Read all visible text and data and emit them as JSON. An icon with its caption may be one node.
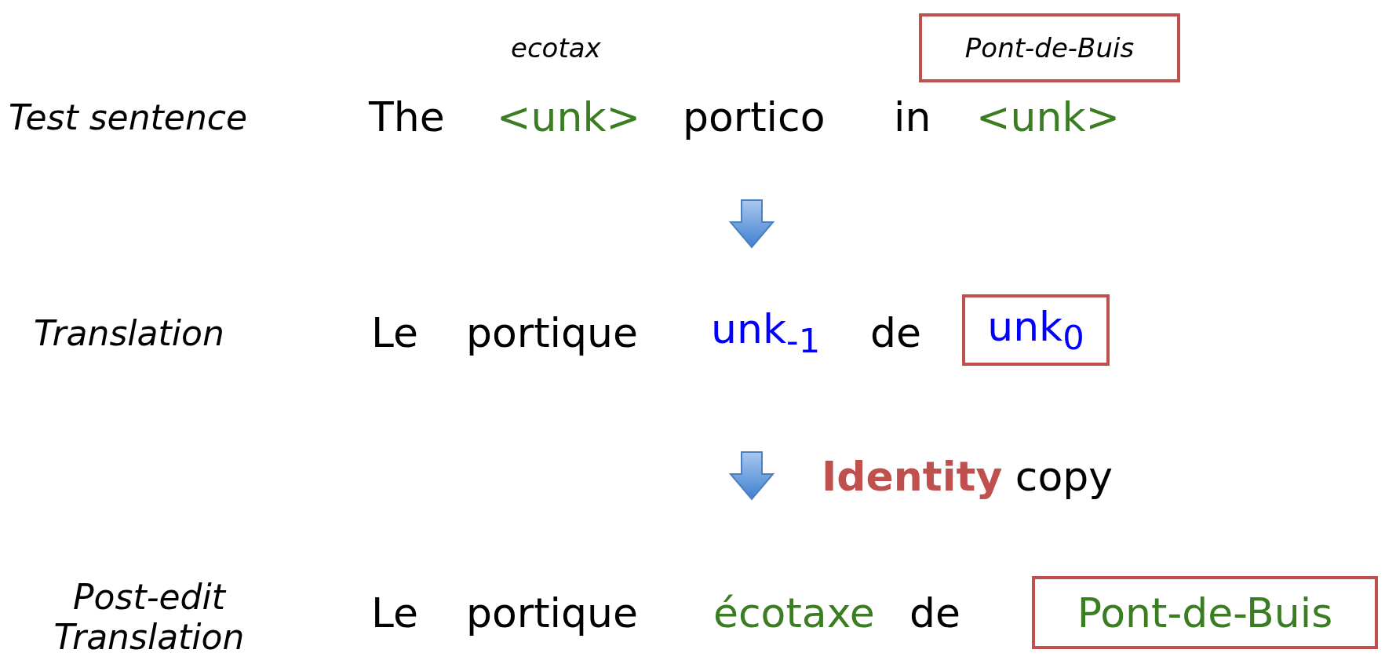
{
  "diagram": {
    "nodes": [
      {
        "text": [
          "Pont-de-Buis"
        ]
      },
      {
        "text": [
          "unk$_{0}$"
        ]
      },
      {
        "text": [
          "Pont-de-Buis"
        ]
      }
    ],
    "edges": [],
    "labels": [
      "ecotax",
      "Test sentence",
      "The",
      "<unk>",
      "portico",
      "in",
      "<unk>",
      "Translation",
      "Le",
      "portique",
      "unk$_{-1}$",
      "de",
      "**Identity** copy",
      "Post-edit Translation",
      "Le",
      "portique",
      "écotaxe",
      "de"
    ]
  }
}
